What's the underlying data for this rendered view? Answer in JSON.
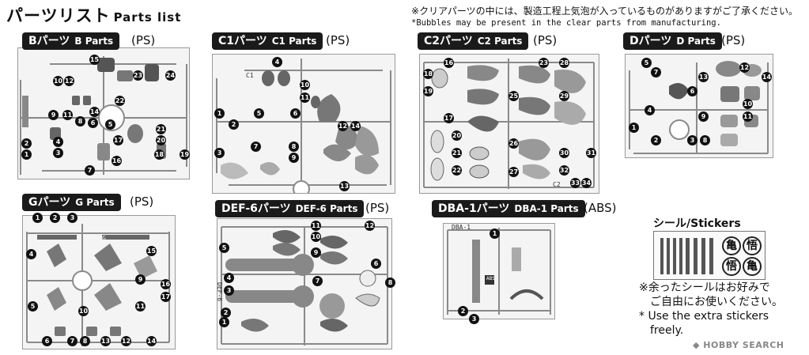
{
  "header": {
    "title_jp": "パーツリスト",
    "title_en": "Parts list",
    "note_jp": "※クリアパーツの中には、製造工程上気泡が入っているものがありますがご了承ください。",
    "note_en": "*Bubbles may be present in the clear parts from manufacturing."
  },
  "panels": {
    "b": {
      "label_jp": "Bパーツ",
      "label_en": "B Parts",
      "material": "(PS)"
    },
    "c1": {
      "label_jp": "C1パーツ",
      "label_en": "C1 Parts",
      "material": "(PS)"
    },
    "c2": {
      "label_jp": "C2パーツ",
      "label_en": "C2 Parts",
      "material": "(PS)"
    },
    "d": {
      "label_jp": "Dパーツ",
      "label_en": "D Parts",
      "material": "(PS)"
    },
    "g": {
      "label_jp": "Gパーツ",
      "label_en": "G Parts",
      "material": "(PS)"
    },
    "def6": {
      "label_jp": "DEF-6パーツ",
      "label_en": "DEF-6 Parts",
      "material": "(PS)"
    },
    "dba1": {
      "label_jp": "DBA-1パーツ",
      "label_en": "DBA-1 Parts",
      "material": "(ABS)"
    }
  },
  "runner_marks": {
    "c1": "C1",
    "c2": "C2",
    "g": "G",
    "def6": "DEF-6",
    "dba1": "DBA-1",
    "abs": "ABS"
  },
  "stickers": {
    "title": "シール/Stickers",
    "kanji_1": "亀",
    "kanji_2": "悟",
    "kanji_3": "悟",
    "kanji_4": "亀",
    "note_jp_1": "※余ったシールはお好みで",
    "note_jp_2": "ご自由にお使いください。",
    "note_en_1": "* Use the extra stickers",
    "note_en_2": "freely."
  },
  "brand": {
    "text": "HOBBY SEARCH"
  },
  "colors": {
    "pill_bg": "#1a1a1a",
    "runner_line": "#9a9a9a",
    "num_bg": "#111111"
  },
  "part_numbers": {
    "b": [
      "15",
      "10",
      "12",
      "23",
      "24",
      "9",
      "11",
      "8",
      "22",
      "14",
      "6",
      "5",
      "21",
      "20",
      "2",
      "1",
      "3",
      "17",
      "18",
      "19",
      "16",
      "4",
      "7"
    ],
    "c1": [
      "4",
      "10",
      "11",
      "1",
      "2",
      "5",
      "6",
      "3",
      "7",
      "8",
      "9",
      "12",
      "14",
      "13"
    ],
    "c2": [
      "16",
      "23",
      "28",
      "18",
      "19",
      "17",
      "20",
      "21",
      "29",
      "26",
      "27",
      "22",
      "30",
      "31",
      "32",
      "33",
      "34",
      "25"
    ],
    "d": [
      "5",
      "7",
      "13",
      "12",
      "14",
      "4",
      "6",
      "10",
      "11",
      "9",
      "1",
      "3",
      "2",
      "8"
    ],
    "g": [
      "1",
      "2",
      "3",
      "4",
      "15",
      "9",
      "16",
      "17",
      "5",
      "11",
      "10",
      "6",
      "7",
      "13",
      "12",
      "14",
      "8"
    ],
    "def6": [
      "11",
      "12",
      "10",
      "5",
      "9",
      "4",
      "3",
      "7",
      "2",
      "1",
      "8",
      "6"
    ],
    "dba1": [
      "1",
      "2",
      "3"
    ]
  }
}
